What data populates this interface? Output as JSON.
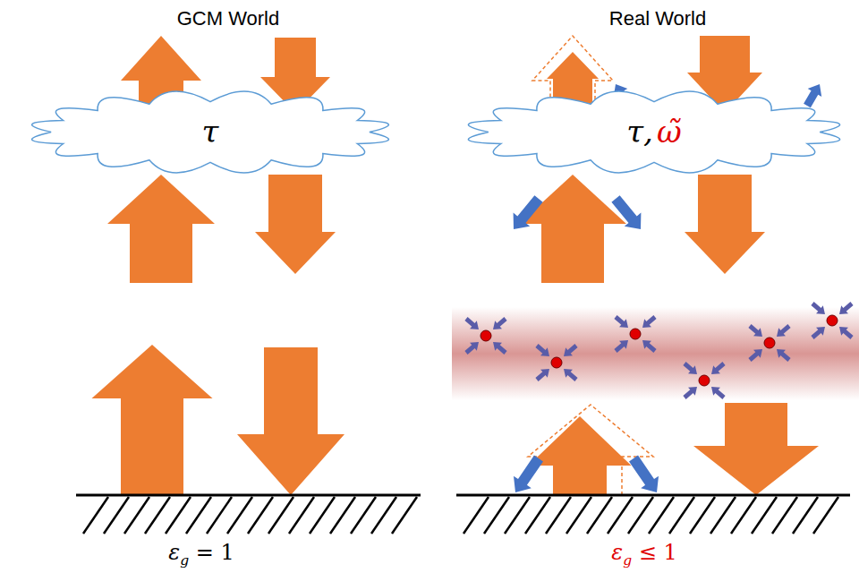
{
  "diagram": {
    "nodes": [
      {
        "text": [
          "τ"
        ]
      },
      {
        "text": [
          "τ,",
          "ω̃"
        ]
      }
    ],
    "labels": [
      "GCM World",
      "Real World",
      "εg = 1",
      "εg ≤ 1"
    ]
  }
}
